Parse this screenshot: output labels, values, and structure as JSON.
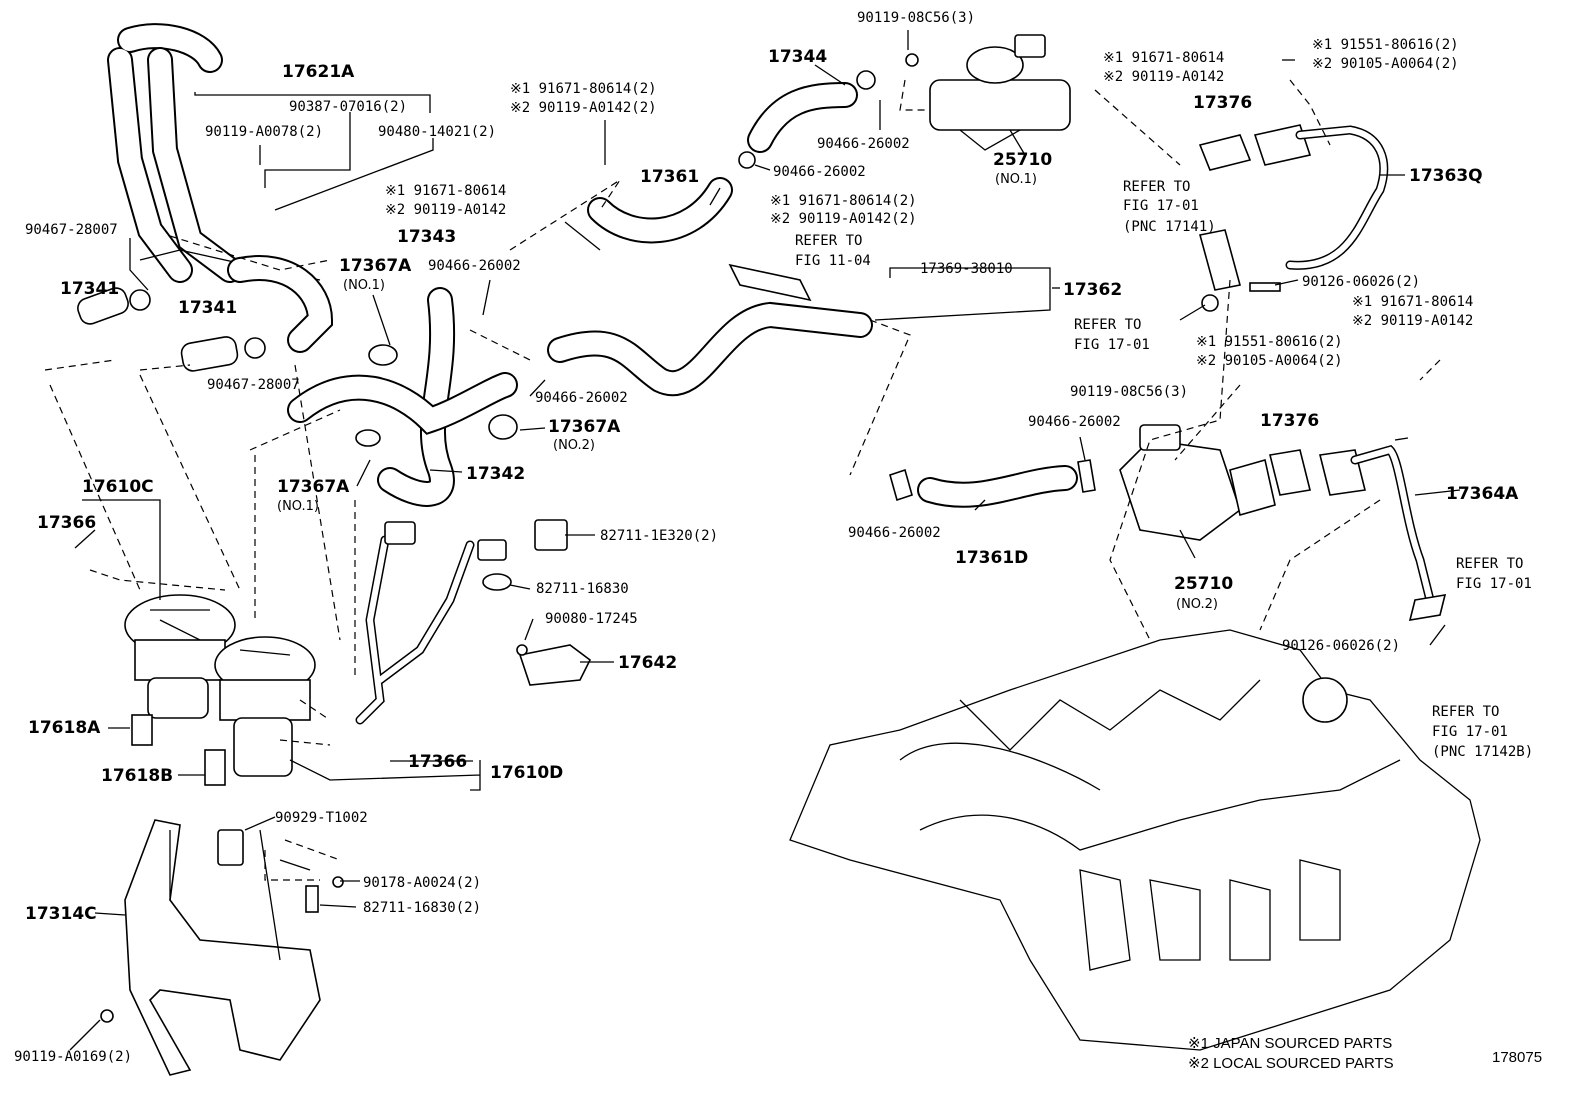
{
  "labels": {
    "p17621A": "17621A",
    "p90387": "90387-07016(2)",
    "p90119_0078": "90119-A0078(2)",
    "p90480": "90480-14021(2)",
    "p90467a": "90467-28007",
    "p17341a": "17341",
    "p17341b": "17341",
    "p90467b": "90467-28007",
    "p17344": "17344",
    "p90119_08c56_top": "90119-08C56(3)",
    "p25710_1": "25710",
    "p25710_1_sub": "(NO.1)",
    "p90466_top_a": "90466-26002",
    "p90466_top_b": "90466-26002",
    "p_j1_mid_a": "※1 91671-80614(2)",
    "p_j2_mid_a": "※2 90119-A0142(2)",
    "p17361": "17361",
    "p_j1_mid_b": "※1 91671-80614",
    "p_j2_mid_b": "※2 90119-A0142",
    "p17343": "17343",
    "p17367A_1": "17367A",
    "p17367A_1_sub": "(NO.1)",
    "p90466_mid": "90466-26002",
    "p_j1_mid_c": "※1 91671-80614(2)",
    "p_j2_mid_c": "※2 90119-A0142(2)",
    "p_refer_11_04_a": "REFER TO",
    "p_refer_11_04_b": "FIG 11-04",
    "p17369": "17369-38010",
    "p17362": "17362",
    "p90466_low": "90466-26002",
    "p17367A_2": "17367A",
    "p17367A_2_sub": "(NO.2)",
    "p17367A_3": "17367A",
    "p17367A_3_sub": "(NO.1)",
    "p17342": "17342",
    "p_j1_tr_a": "※1 91671-80614",
    "p_j2_tr_a": "※2 90119-A0142",
    "p_j1_tr_b": "※1 91551-80616(2)",
    "p_j2_tr_b": "※2 90105-A0064(2)",
    "p17376_top": "17376",
    "p17363Q": "17363Q",
    "p_refer_17_01_a1": "REFER TO",
    "p_refer_17_01_a2": "FIG 17-01",
    "p_refer_17_01_a3": "(PNC 17141)",
    "p_refer_17_01_b1": "REFER TO",
    "p_refer_17_01_b2": "FIG 17-01",
    "p90126_top": "90126-06026(2)",
    "p_j1_r_a": "※1 91671-80614",
    "p_j2_r_a": "※2 90119-A0142",
    "p_j1_r_b": "※1 91551-80616(2)",
    "p_j2_r_b": "※2 90105-A0064(2)",
    "p90119_08c56_mid": "90119-08C56(3)",
    "p90466_r": "90466-26002",
    "p17376_mid": "17376",
    "p17364A": "17364A",
    "p90466_rl": "90466-26002",
    "p17361D": "17361D",
    "p25710_2": "25710",
    "p25710_2_sub": "(NO.2)",
    "p_refer_17_01_c1": "REFER TO",
    "p_refer_17_01_c2": "FIG 17-01",
    "p90126_low": "90126-06026(2)",
    "p_refer_17_01_d1": "REFER TO",
    "p_refer_17_01_d2": "FIG 17-01",
    "p_refer_17_01_d3": "(PNC 17142B)",
    "p17610C": "17610C",
    "p17366a": "17366",
    "p82711_1e320": "82711-1E320(2)",
    "p82711_16830a": "82711-16830",
    "p90080": "90080-17245",
    "p17642": "17642",
    "p17618A": "17618A",
    "p17618B": "17618B",
    "p17366b": "17366",
    "p17610D": "17610D",
    "p90929": "90929-T1002",
    "p90178": "90178-A0024(2)",
    "p82711_16830b": "82711-16830(2)",
    "p17314C": "17314C",
    "p90119_0169": "90119-A0169(2)",
    "legend1": "※1 JAPAN SOURCED PARTS",
    "legend2": "※2 LOCAL SOURCED PARTS",
    "fig_no": "178075"
  }
}
